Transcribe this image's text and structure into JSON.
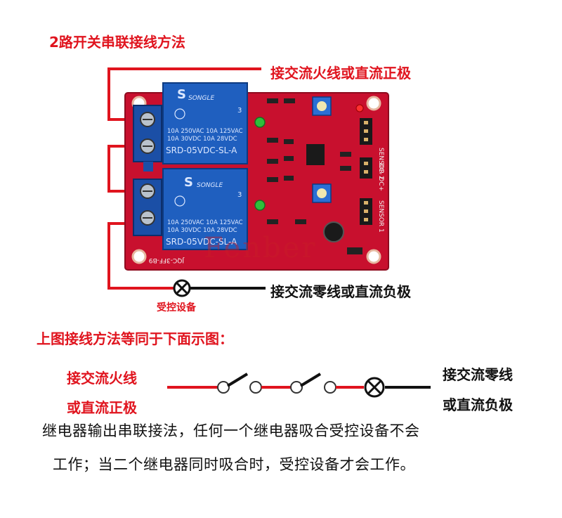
{
  "header": {
    "title": "2路开关串联接线方法"
  },
  "labels": {
    "live_top": "接交流火线或直流正极",
    "neutral_top": "接交流零线或直流负极",
    "load": "受控设备",
    "equivalent_caption": "上图接线方法等同于下面示图：",
    "live_left_line1": "接交流火线",
    "live_left_line2": "或直流正极",
    "neutral_right_line1": "接交流零线",
    "neutral_right_line2": "或直流负极"
  },
  "board": {
    "relay_brand": "SONGLE",
    "relay_rating_row1": "10A 250VAC  10A 125VAC",
    "relay_rating_row2": "10A  30VDC  10A  28VDC",
    "relay_model": "SRD-05VDC-SL-A",
    "relay_pin_mark": "3",
    "silk_sensor_1": "SENSOR 1",
    "silk_sensor_2": "SENSOR 2",
    "silk_dc": "DC- DC+",
    "silk_code": "JQC-3FF-B9",
    "watermark": "Fenber"
  },
  "description": {
    "line1": "继电器输出串联接法，任何一个继电器吸合受控设备不会",
    "line2": "工作；当二个继电器同时吸合时，受控设备才会工作。"
  },
  "colors": {
    "title_red": "#e0141e",
    "wire_red": "#e0141e",
    "wire_black": "#111111",
    "board_red": "#c8102e",
    "relay_blue": "#1f5fbf",
    "terminal_blue": "#1b4fa6"
  },
  "icons": {
    "load_lamp": "lamp-cross-icon",
    "switch": "switch-open-icon"
  }
}
